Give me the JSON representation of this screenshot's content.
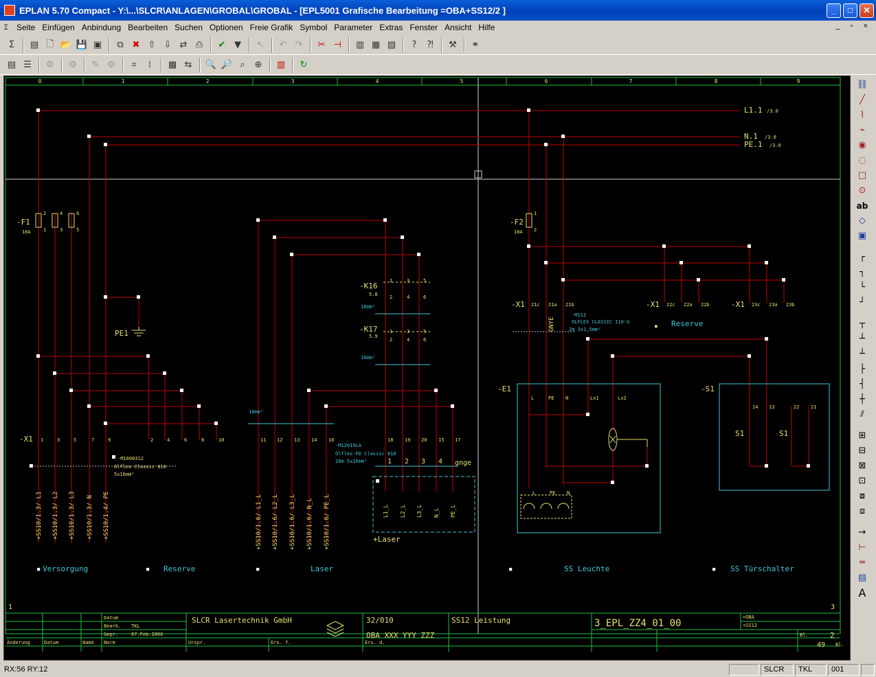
{
  "window": {
    "title": "EPLAN 5.70 Compact - Y:\\...\\SLCR\\ANLAGEN\\GROBAL\\GROBAL - [EPL5001 Grafische Bearbeitung =OBA+SS12/2     ]",
    "minimize": "_",
    "maximize": "□",
    "close": "✕"
  },
  "menu": [
    "Seite",
    "Einfügen",
    "Anbindung",
    "Bearbeiten",
    "Suchen",
    "Optionen",
    "Freie Grafik",
    "Symbol",
    "Parameter",
    "Extras",
    "Fenster",
    "Ansicht",
    "Hilfe"
  ],
  "menu_mdi": "_ ▫ ×",
  "toolbar1": [
    "sigma-icon",
    "page-new-icon",
    "new-doc-icon",
    "open-icon",
    "save-icon",
    "save-all-icon",
    "copy-icon",
    "delete-icon",
    "export-icon",
    "import-icon",
    "move-icon",
    "print-icon",
    "check-icon",
    "filter-icon",
    "pointer-icon",
    "undo-icon",
    "redo-icon",
    "cut-red-icon",
    "break-icon",
    "window1-icon",
    "window2-icon",
    "window3-icon",
    "help-icon",
    "context-help-icon",
    "tools-icon",
    "binoculars-icon"
  ],
  "toolbar2": [
    "props-icon",
    "list-icon",
    "disabled1-icon",
    "disabled2-icon",
    "disabled3-icon",
    "disabled4-icon",
    "grid-icon",
    "dots-icon",
    "fill-icon",
    "arrows-icon",
    "zoom-in-icon",
    "zoom-out-icon",
    "zoom-window-icon",
    "zoom-all-icon",
    "plc-icon",
    "refresh-icon"
  ],
  "righttools": [
    "link-icon",
    "line-icon",
    "polyline-icon",
    "zigzag-icon",
    "circle-icon",
    "arc-icon",
    "rect-icon",
    "ellipse-icon",
    "text-ab-icon",
    "diamond-icon",
    "image-icon",
    "corner1-icon",
    "corner2-icon",
    "corner3-icon",
    "corner4-icon",
    "tee1-icon",
    "tee2-icon",
    "tee3-icon",
    "tee4-icon",
    "tee5-icon",
    "cross-icon",
    "branch-icon",
    "device1-icon",
    "device2-icon",
    "device3-icon",
    "device4-icon",
    "device5-icon",
    "device6-icon",
    "arrow-right-icon",
    "terminal-icon",
    "equals-icon",
    "table-icon",
    "text-a-icon"
  ],
  "statusbar": {
    "coords": "RX:56 RY:12",
    "user": "SLCR",
    "tkl": "TKL",
    "num": "001"
  },
  "drawing": {
    "columns": [
      "0",
      "1",
      "2",
      "3",
      "4",
      "5",
      "6",
      "7",
      "8",
      "9"
    ],
    "rails": {
      "l1": "L1.1",
      "l1ref": "/3.0",
      "n": "N.1",
      "nref": "/3.0",
      "pe": "PE.1",
      "peref": "/3.0"
    },
    "f1": {
      "name": "-F1",
      "rating": "16A",
      "pins": [
        "2",
        "4",
        "6",
        "1",
        "3",
        "5"
      ]
    },
    "f2": {
      "name": "-F2",
      "rating": "10A",
      "pins": [
        "1",
        "2"
      ]
    },
    "pe1": "PE1",
    "k16": {
      "name": "-K16",
      "ref": "5.8",
      "pins": [
        "1",
        "3",
        "5",
        "2",
        "4",
        "6"
      ]
    },
    "k17": {
      "name": "-K17",
      "ref": "5.9",
      "pins": [
        "1",
        "3",
        "5",
        "2",
        "4",
        "6"
      ]
    },
    "sq16a": "16mm²",
    "sq16b": "16mm²",
    "sq16c": "16mm²",
    "x1a": {
      "name": "-X1",
      "terms": [
        "1",
        "3",
        "5",
        "7",
        "9",
        "2",
        "4",
        "6",
        "8",
        "10"
      ]
    },
    "x1b": {
      "terms": [
        "11",
        "12",
        "13",
        "14",
        "16",
        "18",
        "19",
        "20",
        "15",
        "17"
      ]
    },
    "x1c": {
      "name": "-X1",
      "terms": [
        "21c",
        "21a",
        "21b"
      ]
    },
    "x1d": {
      "name": "-X1",
      "terms": [
        "22c",
        "22a",
        "22b"
      ]
    },
    "x1e": {
      "name": "-X1",
      "terms": [
        "23c",
        "23a",
        "23b"
      ]
    },
    "cable1": {
      "id": "-M1000312",
      "type": "Olflex Classic 810",
      "size": "5x16mm²"
    },
    "cable2": {
      "id": "-M12019LA",
      "type": "Olflex-FD Classic 810",
      "size": "20m 5x16mm²",
      "cores": [
        "1",
        "2",
        "3",
        "4"
      ],
      "gnge": "gnge"
    },
    "cable3": {
      "id": "-M112",
      "type": "OLFLEX CLASSIC 110-G",
      "size": "2m 3x1,5mm²",
      "gnye": "GNYE"
    },
    "reserve_label": "Reserve",
    "xrefs1": [
      "+SS10/1.3/ L1",
      "+SS10/1.3/ L2",
      "+SS10/1.3/ L3",
      "+SS10/1.3/ N",
      "+SS10/1.4/ PE"
    ],
    "xrefs2": [
      "+SS10/1.6/ L1_L",
      "+SS10/1.6/ L2_L",
      "+SS10/1.6/ L3_L",
      "+SS10/1.6/ N_L",
      "+SS10/1.6/ PE_L"
    ],
    "laser_pins": [
      "L1_L",
      "L2_L",
      "L3_L",
      "N_L",
      "PE_L"
    ],
    "laser_box": "+Laser",
    "e1": {
      "name": "-E1",
      "terms": [
        "L",
        "PE",
        "N",
        "Lx1",
        "Lx2"
      ],
      "plug": [
        "L",
        "PE",
        "N"
      ]
    },
    "s1": {
      "name": "-S1",
      "terms": [
        "14",
        "13",
        "22",
        "21"
      ],
      "c1": "S1",
      "c2": "S1"
    },
    "sections": [
      "Versorgung",
      "Reserve",
      "Laser",
      "SS Leuchte",
      "SS Türschalter"
    ],
    "page_left": "1",
    "page_right": "3",
    "titleblock": {
      "datum": "Datum",
      "bearb": "Bearb.",
      "bearb_val": "TKL",
      "gepr": "Gepr.",
      "gepr_val": "07.Feb.2006",
      "aenderung": "Änderung",
      "datum2": "Datum",
      "name": "Name",
      "norm": "Norm",
      "company": "SLCR Lasertechnik GmbH",
      "ursprung": "Urspr.",
      "ersf": "Ers. f.",
      "ersd": "Ers. d.",
      "order": "32/010",
      "code": "OBA XXX YYY ZZZ",
      "desc": "SS12 Leistung",
      "docnum": "3_EPL_ZZ4_01_00",
      "plant": "=OBA",
      "loc": "+SS12",
      "bl": "Bl.",
      "sheet": "2",
      "total": "49",
      "bl2": "Bl."
    }
  },
  "colors": {
    "wire": "#c00000",
    "rail": "#c00000",
    "text_yellow": "#e8e070",
    "text_cyan": "#40c8d8",
    "frame": "#20c040",
    "node": "#ffffff",
    "device": "#40c8d8"
  }
}
